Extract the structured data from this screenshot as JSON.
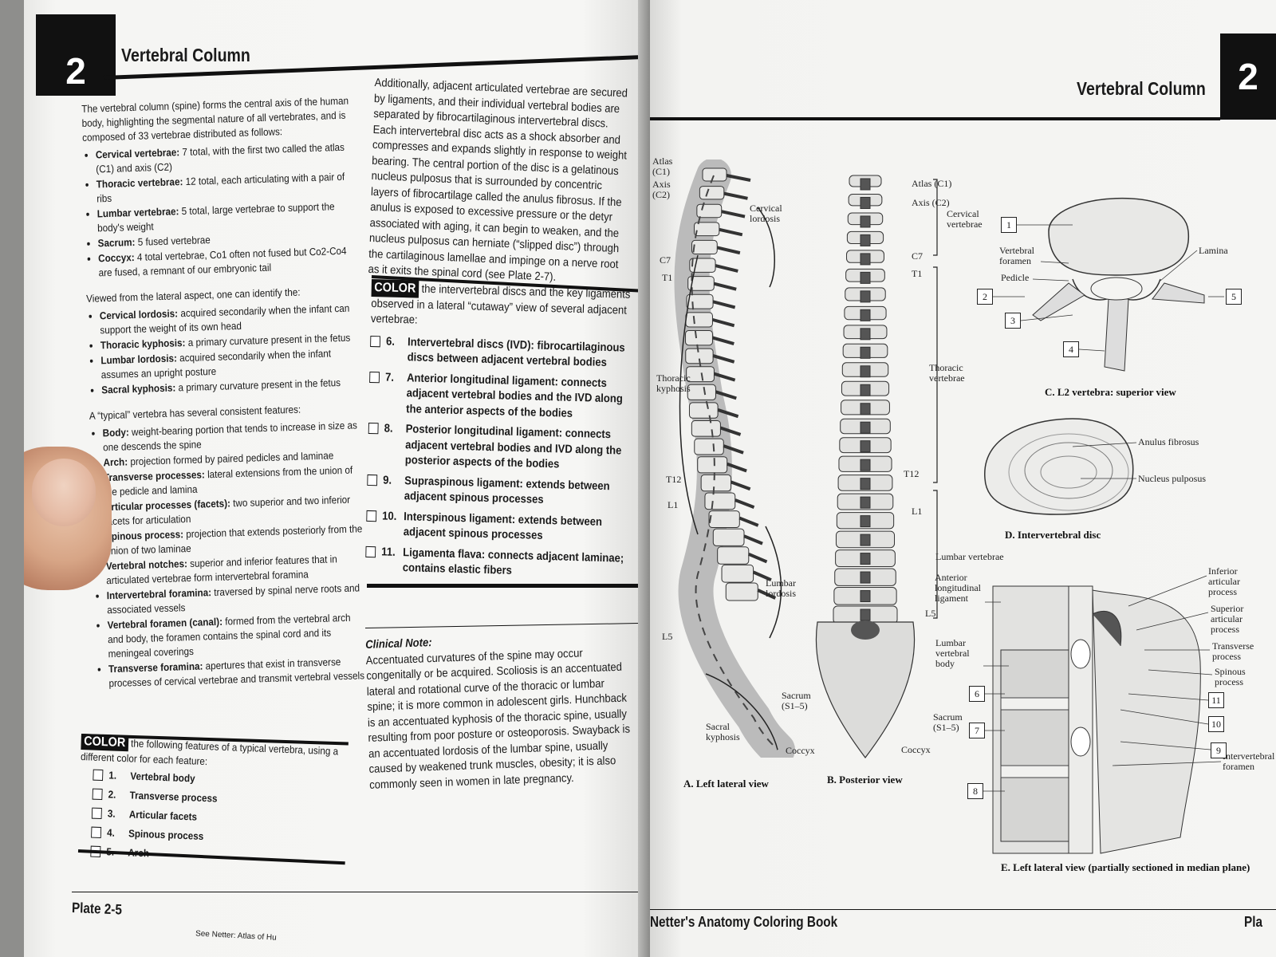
{
  "left_page": {
    "chapter_number": "2",
    "chapter_title": "Vertebral Column",
    "intro": "The vertebral column (spine) forms the central axis of the human body, highlighting the segmental nature of all vertebrates, and is composed of 33 vertebrae distributed as follows:",
    "vertebrae_list": [
      {
        "term": "Cervical vertebrae:",
        "desc": " 7 total, with the first two called the atlas (C1) and axis (C2)"
      },
      {
        "term": "Thoracic vertebrae:",
        "desc": " 12 total, each articulating with a pair of ribs"
      },
      {
        "term": "Lumbar vertebrae:",
        "desc": " 5 total, large vertebrae to support the body's weight"
      },
      {
        "term": "Sacrum:",
        "desc": " 5 fused vertebrae"
      },
      {
        "term": "Coccyx:",
        "desc": " 4 total vertebrae, Co1 often not fused but Co2-Co4 are fused, a remnant of our embryonic tail"
      }
    ],
    "lateral_intro": "Viewed from the lateral aspect, one can identify the:",
    "curvatures": [
      {
        "term": "Cervical lordosis:",
        "desc": " acquired secondarily when the infant can support the weight of its own head"
      },
      {
        "term": "Thoracic kyphosis:",
        "desc": " a primary curvature present in the fetus"
      },
      {
        "term": "Lumbar lordosis:",
        "desc": " acquired secondarily when the infant assumes an upright posture"
      },
      {
        "term": "Sacral kyphosis:",
        "desc": " a primary curvature present in the fetus"
      }
    ],
    "typical_intro": "A “typical” vertebra has several consistent features:",
    "features": [
      {
        "term": "Body:",
        "desc": " weight-bearing portion that tends to increase in size as one descends the spine"
      },
      {
        "term": "Arch:",
        "desc": " projection formed by paired pedicles and laminae"
      },
      {
        "term": "Transverse processes:",
        "desc": " lateral extensions from the union of the pedicle and lamina"
      },
      {
        "term": "Articular processes (facets):",
        "desc": " two superior and two inferior facets for articulation"
      },
      {
        "term": "Spinous process:",
        "desc": " projection that extends posteriorly from the union of two laminae"
      },
      {
        "term": "Vertebral notches:",
        "desc": " superior and inferior features that in articulated vertebrae form intervertebral foramina"
      },
      {
        "term": "Intervertebral foramina:",
        "desc": " traversed by spinal nerve roots and associated vessels"
      },
      {
        "term": "Vertebral foramen (canal):",
        "desc": " formed from the vertebral arch and body, the foramen contains the spinal cord and its meningeal coverings"
      },
      {
        "term": "Transverse foramina:",
        "desc": " apertures that exist in transverse processes of cervical vertebrae and transmit vertebral vessels"
      }
    ],
    "color_label": "COLOR",
    "color_instruction": " the following features of a typical vertebra, using a different color for each feature:",
    "color_items": [
      {
        "num": "1.",
        "text": "Vertebral body"
      },
      {
        "num": "2.",
        "text": "Transverse process"
      },
      {
        "num": "3.",
        "text": "Articular facets"
      },
      {
        "num": "4.",
        "text": "Spinous process"
      },
      {
        "num": "5.",
        "text": "Arch"
      }
    ],
    "col2_para": "Additionally, adjacent articulated vertebrae are secured by ligaments, and their individual vertebral bodies are separated by fibrocartilaginous intervertebral discs. Each intervertebral disc acts as a shock absorber and compresses and expands slightly in response to weight bearing. The central portion of the disc is a gelatinous nucleus pulposus that is surrounded by concentric layers of fibrocartilage called the anulus fibrosus. If the anulus is exposed to excessive pressure or the detyr associated with aging, it can begin to weaken, and the nucleus pulposus can herniate (“slipped disc”) through the cartilaginous lamellae and impinge on a nerve root as it exits the spinal cord (see Plate 2-7).",
    "color2_label": "COLOR",
    "color2_instruction": " the intervertebral discs and the key ligaments observed in a lateral “cutaway” view of several adjacent vertebrae:",
    "color2_items": [
      {
        "num": "6.",
        "text": "Intervertebral discs (IVD): fibrocartilaginous discs between adjacent vertebral bodies"
      },
      {
        "num": "7.",
        "text": "Anterior longitudinal ligament: connects adjacent vertebral bodies and the IVD along the anterior aspects of the bodies"
      },
      {
        "num": "8.",
        "text": "Posterior longitudinal ligament: connects adjacent vertebral bodies and IVD along the posterior aspects of the bodies"
      },
      {
        "num": "9.",
        "text": "Supraspinous ligament: extends between adjacent spinous processes"
      },
      {
        "num": "10.",
        "text": "Interspinous ligament: extends between adjacent spinous processes"
      },
      {
        "num": "11.",
        "text": "Ligamenta flava: connects adjacent laminae; contains elastic fibers"
      }
    ],
    "clinical_title": "Clinical Note:",
    "clinical_text": "Accentuated curvatures of the spine may occur congenitally or be acquired. Scoliosis is an accentuated lateral and rotational curve of the thoracic or lumbar spine; it is more common in adolescent girls. Hunchback is an accentuated kyphosis of the thoracic spine, usually resulting from poor posture or osteoporosis. Swayback is an accentuated lordosis of the lumbar spine, usually caused by weakened trunk muscles, obesity; it is also commonly seen in women in late pregnancy.",
    "footer_plate": "Plate 2-5",
    "footer_ref": "See Netter: Atlas of Hu"
  },
  "right_page": {
    "chapter_title": "Vertebral Column",
    "chapter_number": "2",
    "fig_a": {
      "caption": "A. Left lateral view",
      "labels": {
        "atlas": "Atlas (C1)",
        "axis": "Axis (C2)",
        "c7": "C7",
        "t1": "T1",
        "t12": "T12",
        "l1": "L1",
        "l5": "L5",
        "cervical_lordosis": "Cervical lordosis",
        "thoracic_kyphosis": "Thoracic kyphosis",
        "lumbar_lordosis": "Lumbar lordosis",
        "sacral_kyphosis": "Sacral kyphosis",
        "sacrum": "Sacrum (S1–5)",
        "coccyx": "Coccyx"
      }
    },
    "fig_b": {
      "caption": "B. Posterior view",
      "labels": {
        "atlas": "Atlas (C1)",
        "axis": "Axis (C2)",
        "c7": "C7",
        "t1": "T1",
        "t12": "T12",
        "l1": "L1",
        "l5": "L5",
        "cervical_vertebrae": "Cervical vertebrae",
        "thoracic_vertebrae": "Thoracic vertebrae",
        "lumbar_vertebrae": "Lumbar vertebrae",
        "sacrum": "Sacrum (S1–5)",
        "coccyx": "Coccyx"
      }
    },
    "fig_c": {
      "caption": "C. L2 vertebra: superior view",
      "labels": {
        "vertebral_foramen": "Vertebral foramen",
        "pedicle": "Pedicle",
        "lamina": "Lamina"
      },
      "boxes": [
        "1",
        "2",
        "3",
        "4",
        "5"
      ]
    },
    "fig_d": {
      "caption": "D. Intervertebral disc",
      "labels": {
        "anulus": "Anulus fibrosus",
        "nucleus": "Nucleus pulposus"
      }
    },
    "fig_e": {
      "caption": "E. Left lateral view (partially sectioned in median plane)",
      "labels": {
        "anterior_ligament": "Anterior longitudinal ligament",
        "lumbar_body": "Lumbar vertebral body",
        "inferior_articular": "Inferior articular process",
        "superior_articular": "Superior articular process",
        "transverse": "Transverse process",
        "spinous": "Spinous process",
        "intervertebral_foramen": "Intervertebral foramen"
      },
      "boxes": [
        "6",
        "7",
        "8",
        "11",
        "10",
        "9"
      ]
    },
    "footer_book": "Netter's Anatomy Coloring Book",
    "footer_plate": "Pla"
  }
}
